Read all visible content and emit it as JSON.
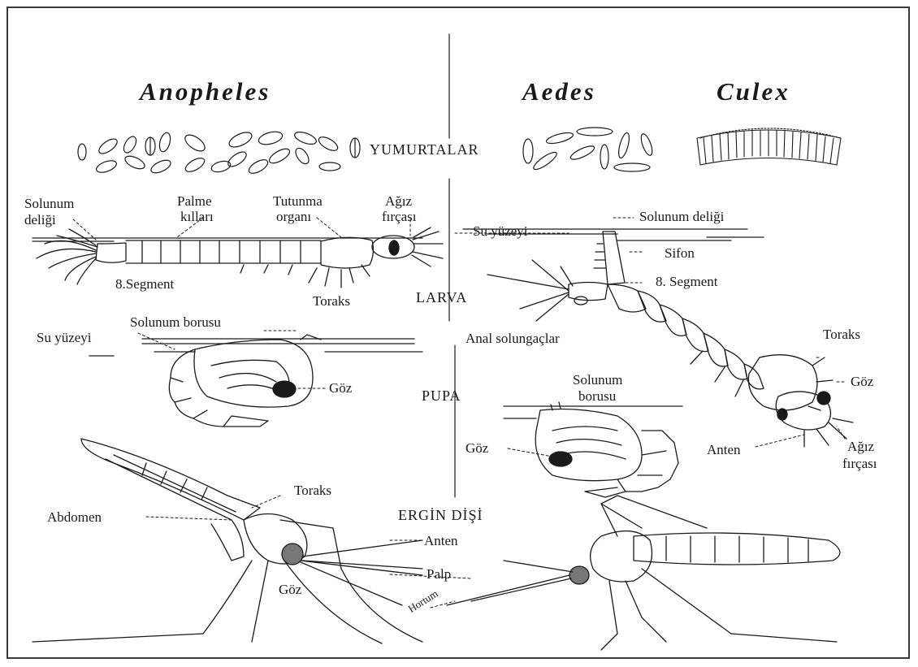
{
  "genera": {
    "anopheles": "Anopheles",
    "aedes": "Aedes",
    "culex": "Culex"
  },
  "stages": {
    "eggs": "YUMURTALAR",
    "larva": "LARVA",
    "pupa": "PUPA",
    "adult": "ERGİN DİŞİ"
  },
  "labels": {
    "solunum_deligi_left_1": "Solunum",
    "solunum_deligi_left_2": "deliği",
    "palme_1": "Palme",
    "palme_2": "kılları",
    "tutunma_1": "Tutunma",
    "tutunma_2": "organı",
    "agiz_top_1": "Ağız",
    "agiz_top_2": "fırçası",
    "su_yuzeyi_right": "Su yüzeyi",
    "solunum_deligi_right": "Solunum deliği",
    "sifon": "Sifon",
    "segment8_right": "8. Segment",
    "segment8_left": "8.Segment",
    "toraks_larva_left": "Toraks",
    "anal_solungaclar": "Anal solungaçlar",
    "solunum_borusu_left": "Solunum borusu",
    "su_yuzeyi_left": "Su yüzeyi",
    "goz_pupa_left": "Göz",
    "toraks_larva_right": "Toraks",
    "goz_larva_right": "Göz",
    "solunum_borusu_right_1": "Solunum",
    "solunum_borusu_right_2": "borusu",
    "goz_pupa_right": "Göz",
    "anten_larva_right": "Anten",
    "agiz_right_1": "Ağız",
    "agiz_right_2": "fırçası",
    "toraks_adult": "Toraks",
    "abdomen": "Abdomen",
    "anten_adult": "Anten",
    "palp": "Palp",
    "goz_adult": "Göz",
    "hortum": "Hortum"
  },
  "colors": {
    "ink": "#1a1a1a",
    "frame": "#3a3a3a",
    "paper": "#ffffff"
  }
}
